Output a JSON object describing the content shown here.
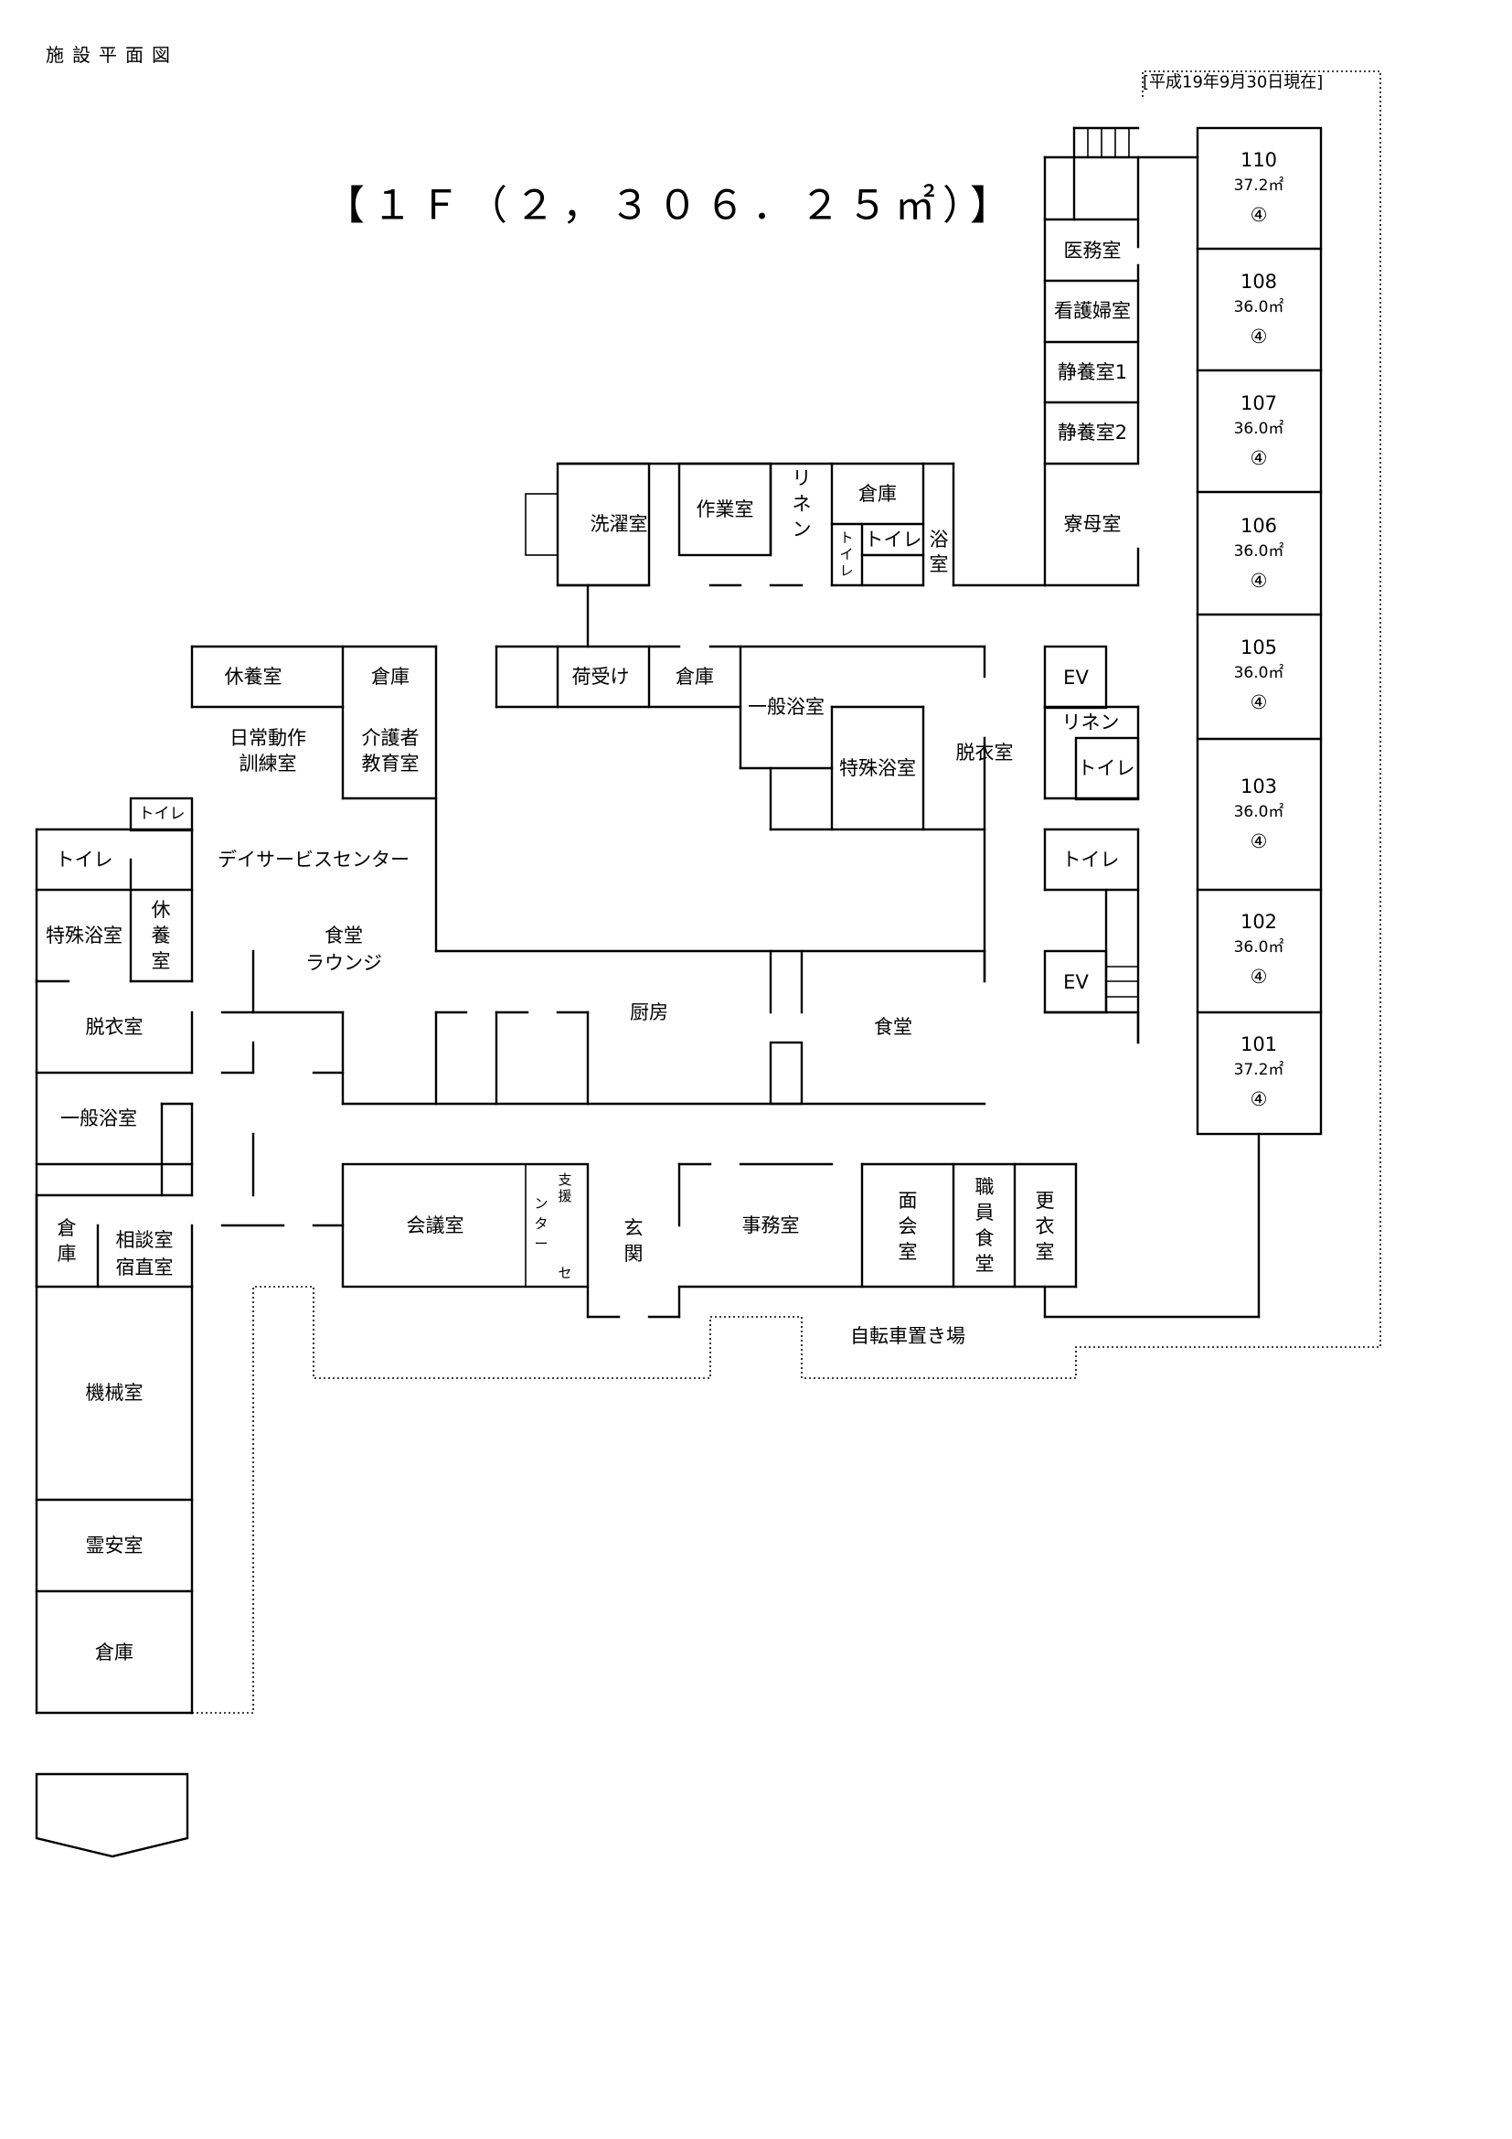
{
  "header": "施設平面図",
  "title": "【１Ｆ（２，３０６．２５㎡）】",
  "date": "[平成19年9月30日現在]",
  "rooms": {
    "r110": {
      "no": "110",
      "area": "37.2㎡",
      "cap": "④"
    },
    "r108": {
      "no": "108",
      "area": "36.0㎡",
      "cap": "④"
    },
    "r107": {
      "no": "107",
      "area": "36.0㎡",
      "cap": "④"
    },
    "r106": {
      "no": "106",
      "area": "36.0㎡",
      "cap": "④"
    },
    "r105": {
      "no": "105",
      "area": "36.0㎡",
      "cap": "④"
    },
    "r103": {
      "no": "103",
      "area": "36.0㎡",
      "cap": "④"
    },
    "r102": {
      "no": "102",
      "area": "36.0㎡",
      "cap": "④"
    },
    "r101": {
      "no": "101",
      "area": "37.2㎡",
      "cap": "④"
    }
  },
  "labels": {
    "imushitsu": "医務室",
    "kangofu": "看護婦室",
    "seiyo1": "静養室1",
    "seiyo2": "静養室2",
    "ryobo": "寮母室",
    "sentaku": "洗濯室",
    "sagyo": "作業室",
    "linen_top": [
      "リ",
      "ネ",
      "ン"
    ],
    "souko_top": "倉庫",
    "toilet_small_v": [
      "ト",
      "イ",
      "レ"
    ],
    "toilet_top": "トイレ",
    "yoku": [
      "浴",
      "室"
    ],
    "nihuke": "荷受け",
    "souko_mid": "倉庫",
    "ippan_yoku": "一般浴室",
    "tokushu_yoku": "特殊浴室",
    "datsui": "脱衣室",
    "ev_top": "EV",
    "linen_mid": "リネン",
    "toilet_mid": "トイレ",
    "toilet_lower": "トイレ",
    "ev_bottom": "EV",
    "kyuyo": "休養室",
    "souko_ds": "倉庫",
    "nichijo1": "日常動作",
    "nichijo2": "訓練室",
    "kaigo1": "介護者",
    "kaigo2": "教育室",
    "toilet_w1": "トイレ",
    "toilet_w2": "トイレ",
    "dayservice": "デイサービスセンター",
    "tokushu_w": "特殊浴室",
    "kyuyo_v": [
      "休",
      "養",
      "室"
    ],
    "shokudo_lounge1": "食堂",
    "shokudo_lounge2": "ラウンジ",
    "datsui_w": "脱衣室",
    "chubo": "厨房",
    "shokudo": "食堂",
    "ippan_w": "一般浴室",
    "souko_v": [
      "倉",
      "庫"
    ],
    "sodan": "相談室",
    "shukuchoku": "宿直室",
    "kaigi": "会議室",
    "shien_v": [
      "支",
      "援"
    ],
    "center_v": [
      "ン",
      "タ",
      "ー"
    ],
    "se": "セ",
    "genkan_v": [
      "玄",
      "関"
    ],
    "jimu": "事務室",
    "menkai_v": [
      "面",
      "会",
      "室"
    ],
    "shokuin_v": [
      "職",
      "員",
      "食",
      "堂"
    ],
    "koui_v": [
      "更",
      "衣",
      "室"
    ],
    "jitensha": "自転車置き場",
    "kikai": "機械室",
    "reian": "霊安室",
    "souko_bottom": "倉庫"
  }
}
